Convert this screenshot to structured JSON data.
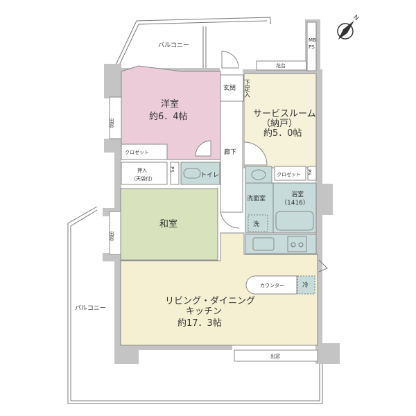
{
  "plan": {
    "colors": {
      "western_room": "#ecccd9",
      "service_room": "#f5f2d9",
      "japanese_room": "#d8e2bc",
      "ldk": "#f5f0d2",
      "wet_area": "#c7dbdb",
      "wall": "#c4c4c4"
    },
    "compass": {
      "icon": "north-arrow-icon",
      "label": "N"
    },
    "rooms": {
      "balcony_top": "バルコニー",
      "mb_ps_1": "MB",
      "mb_ps_2": "PS",
      "flower_bed": "花台",
      "western_room_name": "洋室",
      "western_room_size": "約6．4帖",
      "bay_window_left_1": "出窓",
      "bay_window_left_2": "出窓",
      "closet_1": "クロゼット",
      "entrance": "玄関",
      "shoe_storage": "下足入",
      "service_room_name": "サービスルーム",
      "service_room_sub": "（納戸）",
      "service_room_size": "約5．0帖",
      "hallway": "廊下",
      "oshiire": "押入",
      "oshiire_sub": "（天袋付）",
      "ps_1": "PS",
      "toilet": "トイレ",
      "closet_2": "クロゼット",
      "ps_2": "PS",
      "washroom": "洗面室",
      "bathroom": "浴室",
      "bathroom_size": "（1416）",
      "washer": "洗",
      "japanese_room": "和室",
      "counter": "カウンター",
      "fridge": "冷",
      "ldk_name_1": "リビング・ダイニング",
      "ldk_name_2": "キッチン",
      "ldk_size": "約17．3帖",
      "balcony_left": "バルコニー",
      "bay_window_bottom": "出窓"
    }
  }
}
